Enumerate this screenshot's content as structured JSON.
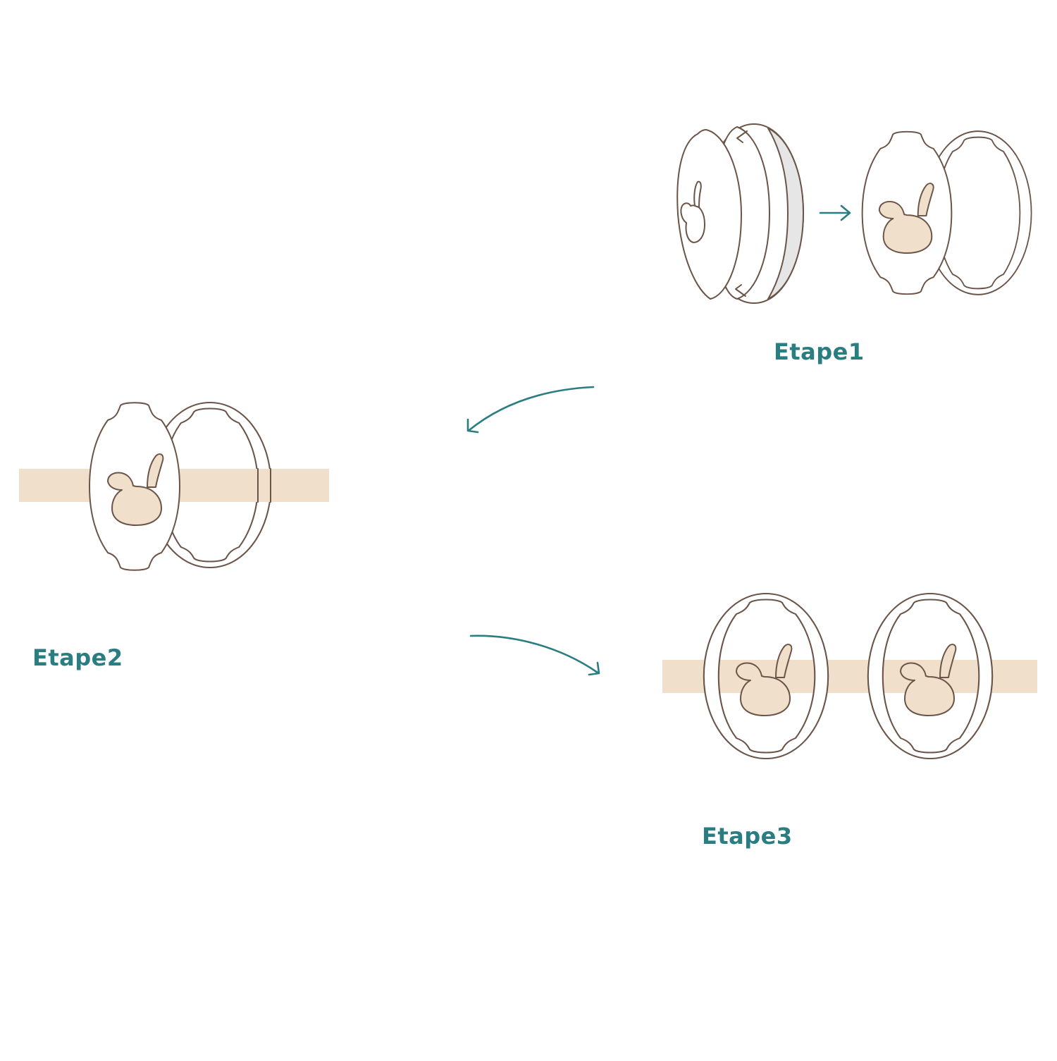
{
  "steps": [
    {
      "label": "Etape1"
    },
    {
      "label": "Etape2"
    },
    {
      "label": "Etape3"
    }
  ],
  "colors": {
    "accent": "#2a7d80",
    "outline": "#6b5448",
    "strap": "#f0dfcb",
    "bunny_fill": "#f0dfcb",
    "side_shade": "#e6e6e6",
    "background": "#ffffff"
  },
  "icons": {
    "strap": "strap",
    "bunny": "bunny-cutout",
    "clip": "clip-piece",
    "arrow": "arrow"
  }
}
